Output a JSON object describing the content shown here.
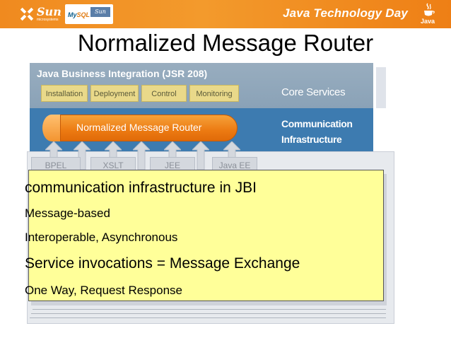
{
  "header": {
    "sun_logo_text": "Sun",
    "sun_logo_subtext": "microsystems",
    "mysql_text_my": "My",
    "mysql_text_sql": "SQL",
    "mysql_sun_text": "Sun",
    "event_title": "Java Technology Day",
    "java_logo_text": "Java",
    "icons": [
      "sun-logo-icon",
      "mysql-logo-icon",
      "java-cup-icon"
    ]
  },
  "slide": {
    "title": "Normalized Message Router"
  },
  "diagram": {
    "jbi_title": "Java Business Integration (JSR 208)",
    "core_services": [
      "Installation",
      "Deployment",
      "Control",
      "Monitoring"
    ],
    "core_services_label": "Core Services",
    "router_label": "Normalized Message Router",
    "comm_label_line1": "Communication",
    "comm_label_line2": "Infrastructure",
    "components": [
      "BPEL",
      "XSLT",
      "JEE",
      "Java EE"
    ],
    "colors": {
      "header_orange": "#f08a1f",
      "jbi_gray_blue": "#8aa2b7",
      "comm_blue": "#3d7bb0",
      "router_orange": "#ec7a12",
      "service_button": "#e9d98a",
      "callout_yellow": "#ffff99"
    }
  },
  "callout": {
    "bullets": [
      "communication infrastructure in JBI",
      "Message-based",
      "Interoperable, Asynchronous",
      "Service invocations = Message Exchange",
      "One Way, Request Response"
    ]
  }
}
